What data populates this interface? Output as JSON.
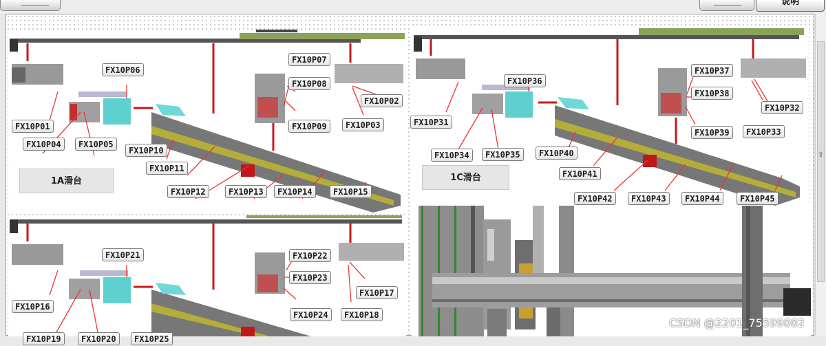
{
  "toolbar": {
    "help_label": "说明"
  },
  "panel_1a": {
    "title": "1A滑台",
    "labels": [
      "FX10P01",
      "FX10P02",
      "FX10P03",
      "FX10P04",
      "FX10P05",
      "FX10P06",
      "FX10P07",
      "FX10P08",
      "FX10P09",
      "FX10P10",
      "FX10P11",
      "FX10P12",
      "FX10P13",
      "FX10P14",
      "FX10P15"
    ]
  },
  "panel_1c": {
    "title": "1C滑台",
    "labels": [
      "FX10P31",
      "FX10P32",
      "FX10P33",
      "FX10P34",
      "FX10P35",
      "FX10P36",
      "FX10P37",
      "FX10P38",
      "FX10P39",
      "FX10P40",
      "FX10P41",
      "FX10P42",
      "FX10P43",
      "FX10P44",
      "FX10P45"
    ]
  },
  "panel_lower": {
    "labels": [
      "FX10P16",
      "FX10P17",
      "FX10P18",
      "FX10P19",
      "FX10P20",
      "FX10P21",
      "FX10P22",
      "FX10P23",
      "FX10P24",
      "FX10P25"
    ]
  },
  "watermark": "CSDN @2201_75599002",
  "colors": {
    "arrow_red": "#c8181c",
    "machine_gray": "#8a8a8a",
    "cyan_part": "#5fd0d0",
    "rail_yellow": "#b5ad3a"
  }
}
